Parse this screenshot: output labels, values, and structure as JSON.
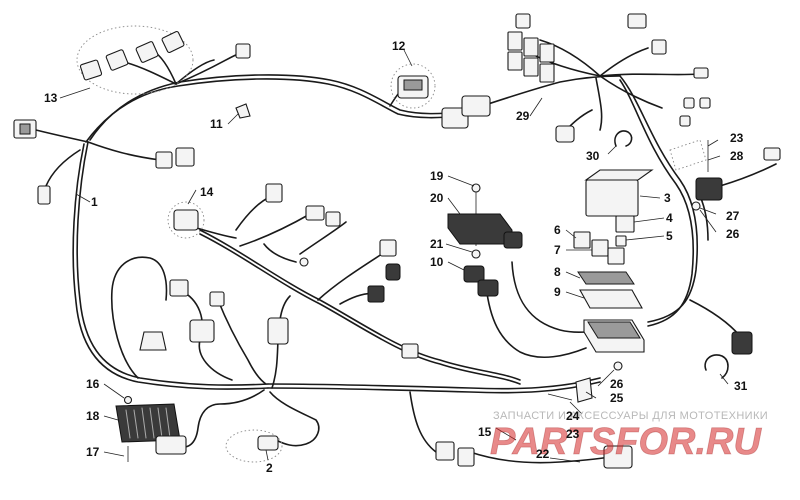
{
  "diagram": {
    "type": "exploded parts diagram",
    "subject": "wiring harness",
    "colors": {
      "line": "#1a1a1a",
      "watermark": "#d62828"
    }
  },
  "callouts": [
    {
      "id": "c1",
      "number": "1"
    },
    {
      "id": "c2",
      "number": "2"
    },
    {
      "id": "c3",
      "number": "3"
    },
    {
      "id": "c4",
      "number": "4"
    },
    {
      "id": "c5",
      "number": "5"
    },
    {
      "id": "c6",
      "number": "6"
    },
    {
      "id": "c7",
      "number": "7"
    },
    {
      "id": "c8",
      "number": "8"
    },
    {
      "id": "c9",
      "number": "9"
    },
    {
      "id": "c10",
      "number": "10"
    },
    {
      "id": "c11",
      "number": "11"
    },
    {
      "id": "c12",
      "number": "12"
    },
    {
      "id": "c13",
      "number": "13"
    },
    {
      "id": "c14",
      "number": "14"
    },
    {
      "id": "c15",
      "number": "15"
    },
    {
      "id": "c16",
      "number": "16"
    },
    {
      "id": "c17",
      "number": "17"
    },
    {
      "id": "c18",
      "number": "18"
    },
    {
      "id": "c19",
      "number": "19"
    },
    {
      "id": "c20",
      "number": "20"
    },
    {
      "id": "c21",
      "number": "21"
    },
    {
      "id": "c22",
      "number": "22"
    },
    {
      "id": "c23a",
      "number": "23"
    },
    {
      "id": "c23b",
      "number": "23"
    },
    {
      "id": "c24",
      "number": "24"
    },
    {
      "id": "c25",
      "number": "25"
    },
    {
      "id": "c26a",
      "number": "26"
    },
    {
      "id": "c26b",
      "number": "26"
    },
    {
      "id": "c27",
      "number": "27"
    },
    {
      "id": "c28",
      "number": "28"
    },
    {
      "id": "c29",
      "number": "29"
    },
    {
      "id": "c30",
      "number": "30"
    },
    {
      "id": "c31",
      "number": "31"
    }
  ],
  "watermark": {
    "caption": "ЗАПЧАСТИ И АКСЕССУАРЫ ДЛЯ МОТОТЕХНИКИ",
    "brand": "PARTSFOR.RU"
  }
}
